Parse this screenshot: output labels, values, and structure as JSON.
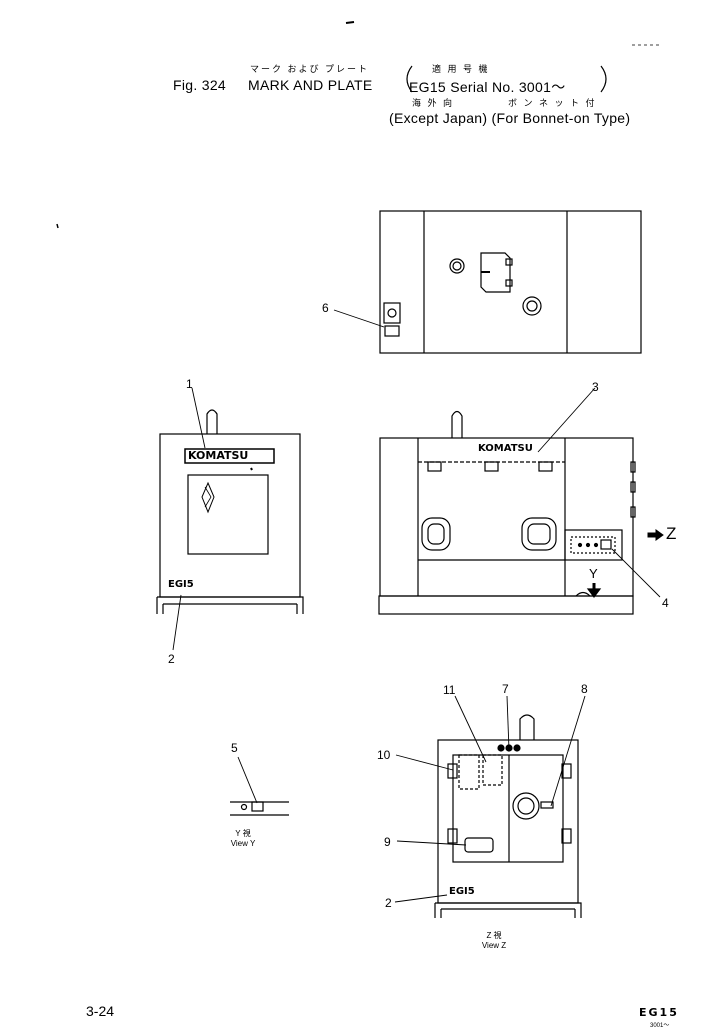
{
  "header": {
    "jp_title": "マーク および プレート",
    "jp_applicable": "適 用 号 機",
    "fig_number": "Fig. 324",
    "title": "MARK AND PLATE",
    "serial": "EG15 Serial No. 3001～",
    "jp_except": "海 外 向",
    "jp_bonnet": "ボ ン ネ ッ ト 付",
    "subtitle": "(Except Japan) (For Bonnet-on Type)"
  },
  "callouts": [
    "1",
    "2",
    "3",
    "4",
    "5",
    "6",
    "7",
    "8",
    "9",
    "10",
    "11",
    "2"
  ],
  "labels": {
    "komatsu": "KOMATSU",
    "model_mark": "EGI5",
    "arrow_y": "Y",
    "arrow_z": "Z"
  },
  "views": {
    "view_y_jp": "Y 視",
    "view_y": "View Y",
    "view_z_jp": "Z 視",
    "view_z": "View Z"
  },
  "footer": {
    "page": "3-24",
    "model": "EG15",
    "serial": "3001～"
  }
}
